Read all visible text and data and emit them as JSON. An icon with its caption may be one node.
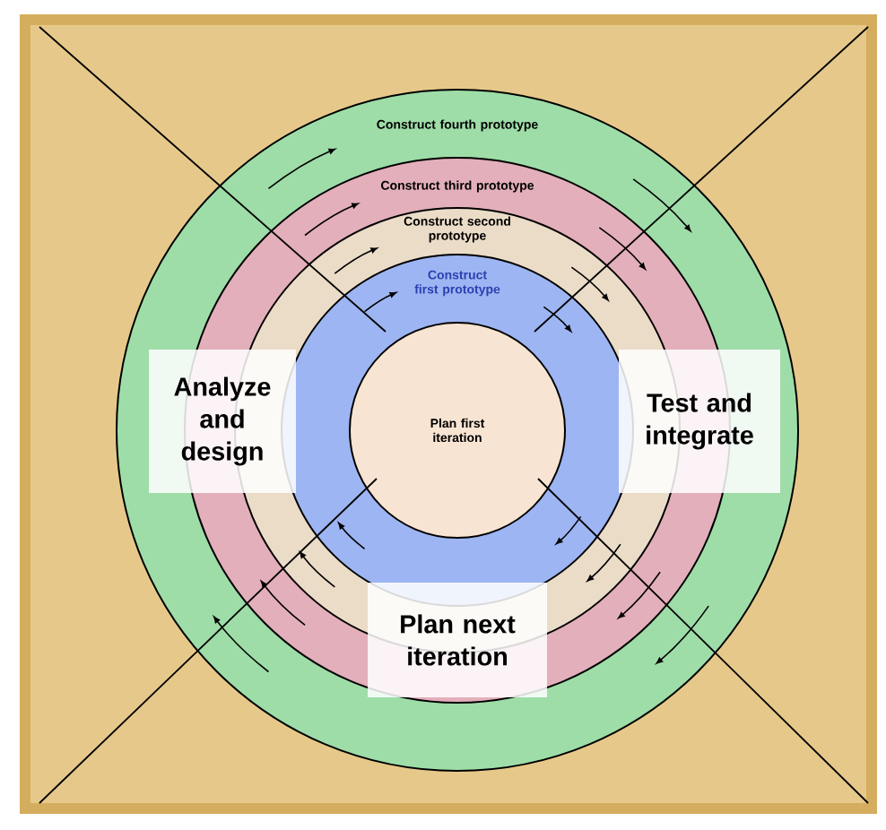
{
  "diagram": {
    "nodes": [
      {
        "text": [
          "Construct fourth prototype"
        ]
      },
      {
        "text": [
          "Construct third prototype"
        ],
        "in": 0
      },
      {
        "text": [
          "Construct second prototype"
        ],
        "in": 1
      },
      {
        "text": [
          "Construct first prototype"
        ],
        "in": 2
      },
      {
        "text": [
          "Plan first iteration"
        ],
        "in": 3
      },
      {
        "text": [
          "Analyze and design"
        ],
        "in": 0
      },
      {
        "text": [
          "Test and integrate"
        ],
        "in": 0
      },
      {
        "text": [
          "Plan next iteration"
        ],
        "in": 1
      }
    ]
  }
}
